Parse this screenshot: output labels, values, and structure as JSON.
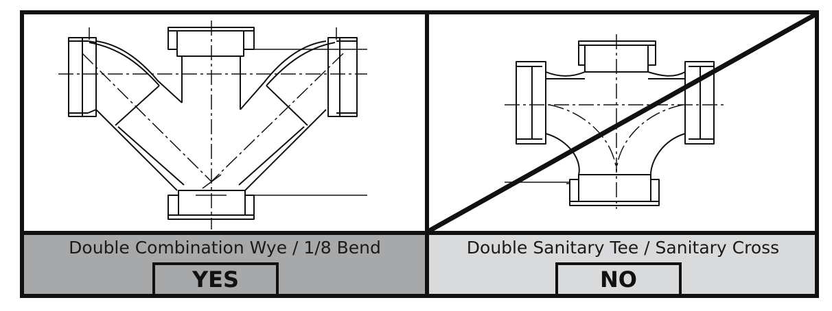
{
  "left_panel": {
    "caption": "Double Combination Wye / 1/8 Bend",
    "verdict": "YES",
    "caption_bg": "#a7a8aa"
  },
  "right_panel": {
    "caption": "Double Sanitary Tee / Sanitary Cross",
    "verdict": "NO",
    "caption_bg": "#d9dadb"
  },
  "colors": {
    "line": "#111111",
    "frame": "#111111",
    "background": "#ffffff"
  }
}
